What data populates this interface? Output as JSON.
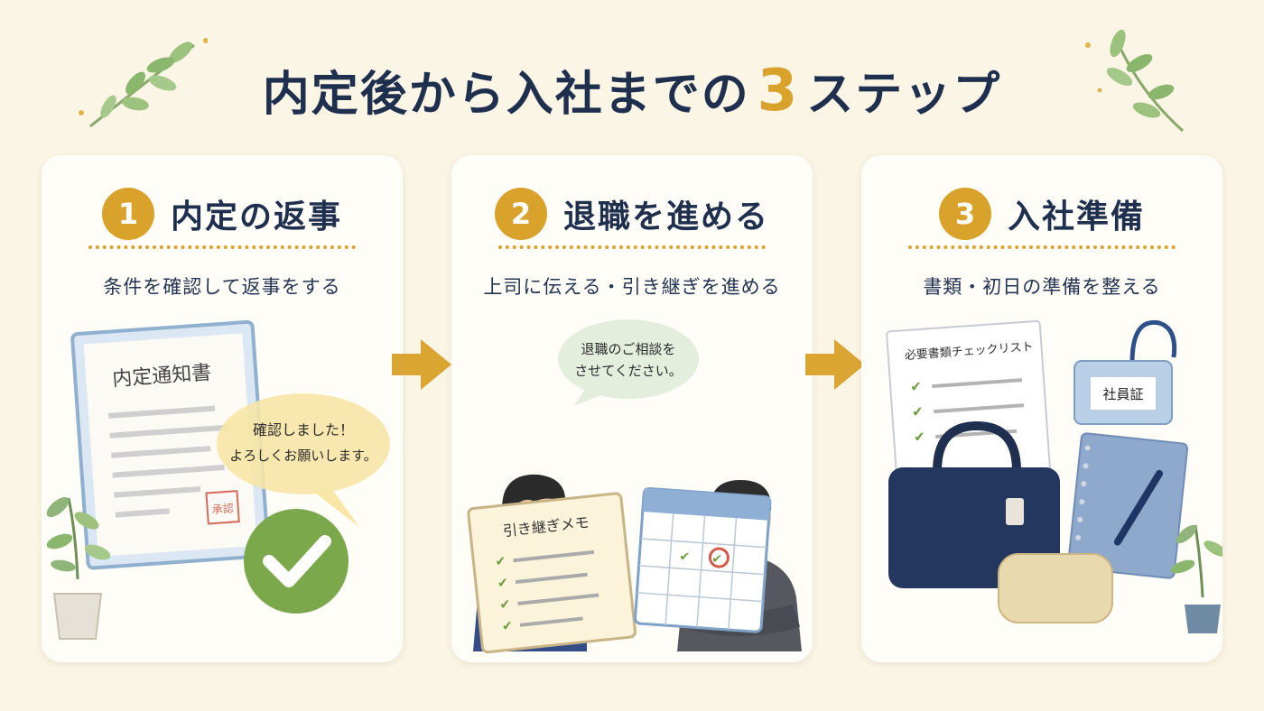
{
  "page": {
    "title_pre": "内定後から入社までの",
    "title_num": "3",
    "title_post": "ステップ"
  },
  "steps": [
    {
      "number": "1",
      "title": "内定の返事",
      "subtitle": "条件を確認して返事をする",
      "doc_title": "内定通知書",
      "stamp_text": "承認",
      "bubble_line1": "確認しました！",
      "bubble_line2": "よろしくお願いします。"
    },
    {
      "number": "2",
      "title": "退職を進める",
      "subtitle": "上司に伝える・引き継ぎを進める",
      "bubble_line1": "退職のご相談を",
      "bubble_line2": "させてください。",
      "memo_title": "引き継ぎメモ"
    },
    {
      "number": "3",
      "title": "入社準備",
      "subtitle": "書類・初日の準備を整える",
      "checklist_title": "必要書類チェックリスト",
      "badge_text": "社員証"
    }
  ],
  "colors": {
    "background": "#fbf5e6",
    "accent_gold": "#d9a22b",
    "navy": "#1f2f4e",
    "check_green": "#7aa84a",
    "leaf_green": "#8fb57a"
  },
  "icons": {
    "leaf": "leaf-sprig-icon",
    "arrow": "arrow-right-icon",
    "check": "checkmark-icon",
    "plant": "potted-plant-icon"
  }
}
